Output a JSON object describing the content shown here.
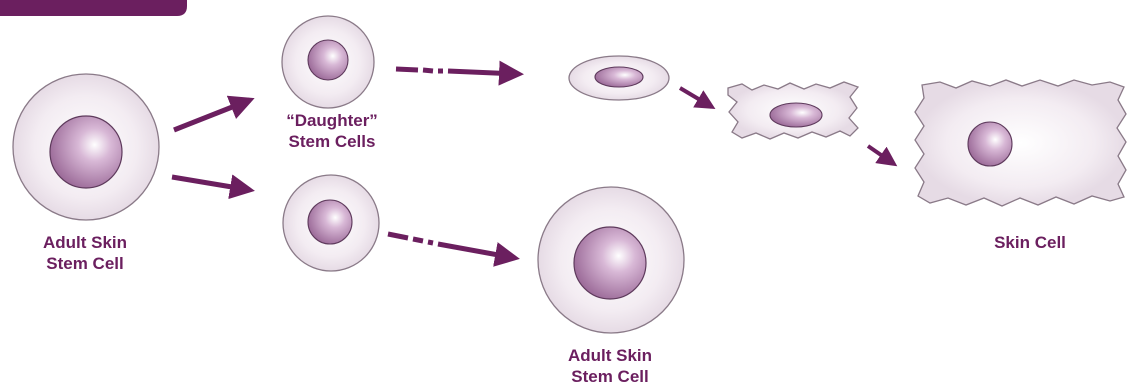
{
  "labels": {
    "adult_left": [
      "Adult Skin",
      "Stem Cell"
    ],
    "daughter": [
      "“Daughter”",
      "Stem Cells"
    ],
    "adult_bottom": [
      "Adult Skin",
      "Stem Cell"
    ],
    "skin_cell": "Skin Cell"
  },
  "colors": {
    "accent": "#6b1f5f",
    "cell_fill": "#f1e9f0",
    "cell_stroke": "#8a7a88",
    "nucleus": "#b07fb0"
  }
}
